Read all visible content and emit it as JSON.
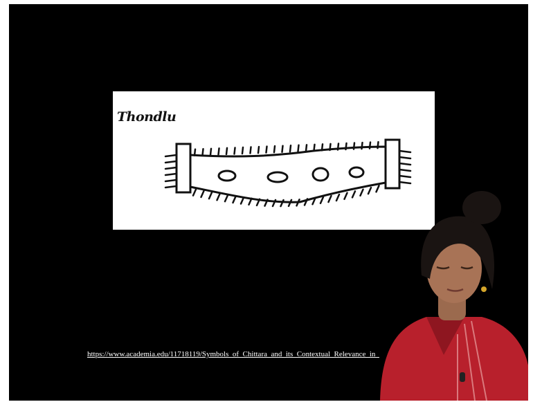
{
  "slide": {
    "symbol_label": "Thondlu",
    "source_url": "https://www.academia.edu/11718119/Symbols_of_Chittara_and_its_Contextual_Relevance_in_"
  },
  "colors": {
    "background": "#000000",
    "image_panel": "#ffffff",
    "ink": "#111111",
    "presenter_top": "#b8202c"
  },
  "icons": {
    "presenter": "presenter-video-overlay",
    "drawing": "thondlu-symbol-drawing"
  }
}
